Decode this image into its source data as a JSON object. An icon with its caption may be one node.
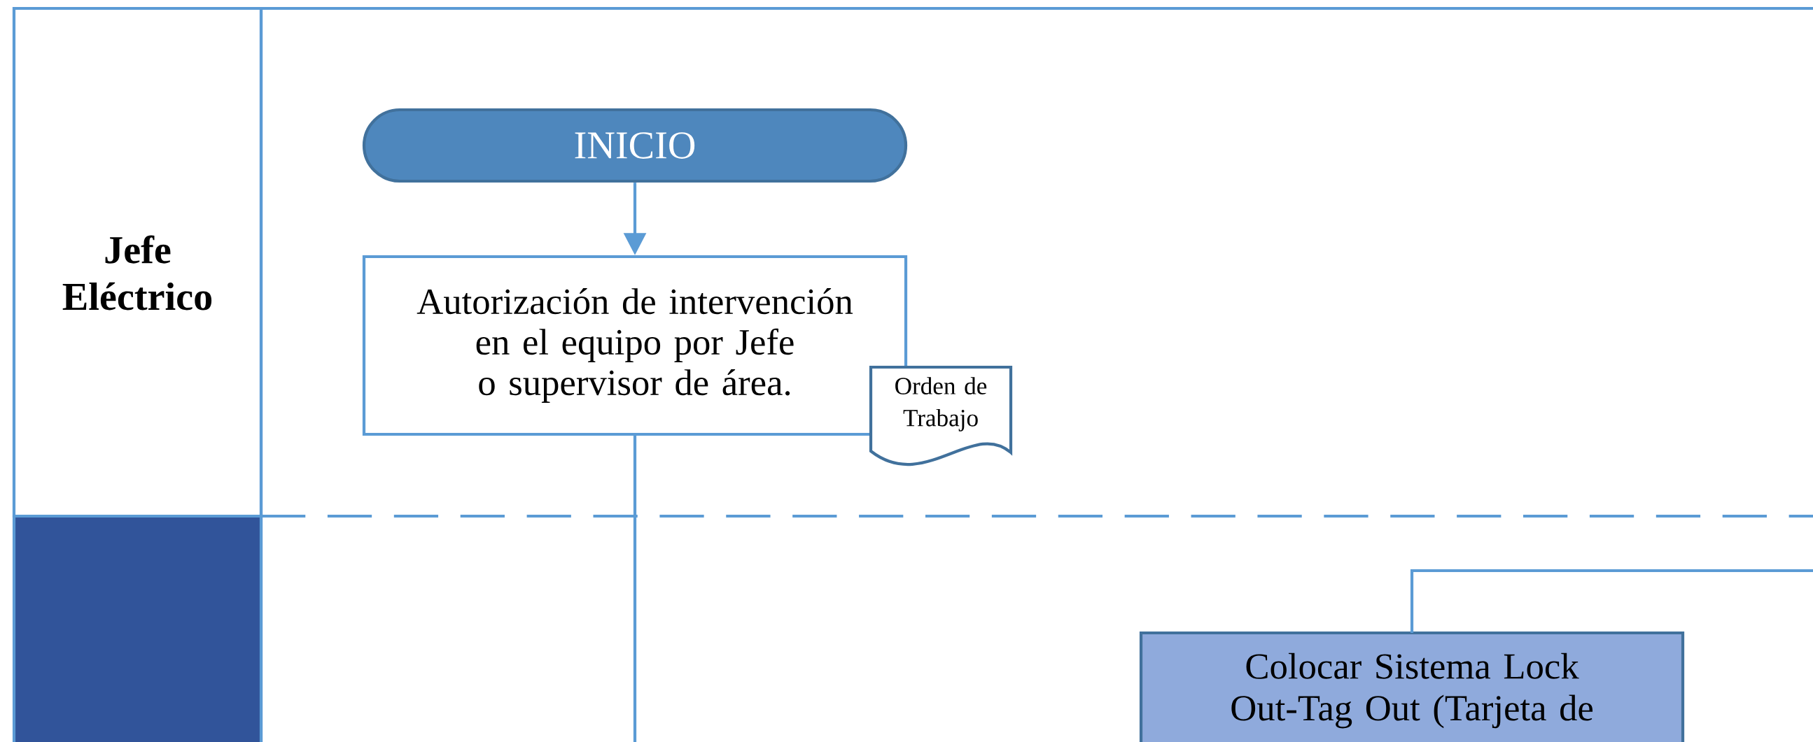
{
  "diagram": {
    "nodes": [
      {
        "text": [
          "Jefe Eléctrico"
        ]
      },
      {
        "text": [],
        "shape": "box"
      },
      {
        "text": [
          "INICIO"
        ]
      },
      {
        "text": [
          "Autorización de intervención en el equipo por Jefe o supervisor de área."
        ]
      },
      {
        "text": [
          "Orden de Trabajo"
        ]
      },
      {
        "text": [
          "Colocar Sistema Lock Out-Tag Out (Tarjeta de"
        ]
      }
    ],
    "edges": [
      {
        "from": 2,
        "to": 3,
        "arrow": "to"
      },
      {
        "from": 3,
        "to": null,
        "arrow": "none"
      },
      {
        "from": 5,
        "to": null,
        "arrow": "none"
      }
    ]
  }
}
